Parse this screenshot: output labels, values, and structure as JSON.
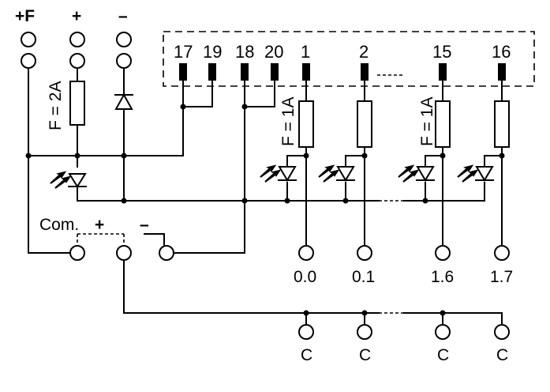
{
  "supply_labels": {
    "plus_f": "+F",
    "plus": "+",
    "minus": "–"
  },
  "fuse_labels": {
    "supply_fuse": "F = 2A",
    "output_fuse_1": "F = 1A",
    "output_fuse_2": "F = 1A"
  },
  "pins": [
    "17",
    "19",
    "18",
    "20",
    "1",
    "2",
    "15",
    "16"
  ],
  "common": {
    "com": "Com.",
    "plus": "+",
    "minus": "–"
  },
  "outputs": [
    "0.0",
    "0.1",
    "1.6",
    "1.7"
  ],
  "commons": [
    "C",
    "C",
    "C",
    "C"
  ]
}
